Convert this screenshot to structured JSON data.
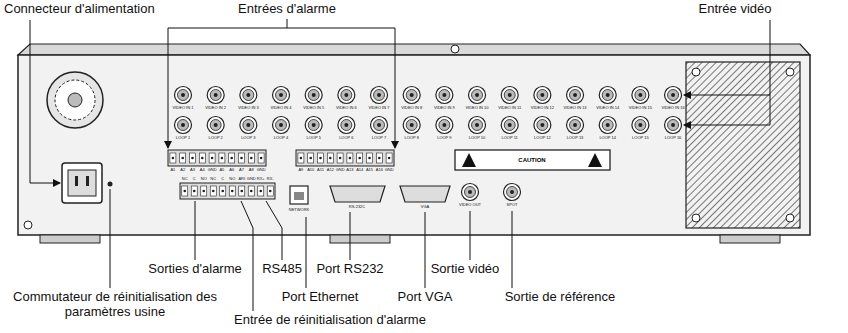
{
  "diagram": {
    "labels": [
      "Connecteur d'alimentation",
      "Entrées d'alarme",
      "Entrée vidéo",
      "Sorties d'alarme",
      "RS485",
      "Port RS232",
      "Sortie vidéo",
      "Commutateur de réinitialisation des paramètres usine",
      "Port Ethernet",
      "Port VGA",
      "Sortie de référence",
      "Entrée de réinitialisation d'alarme",
      "VIDEO IN 1",
      "VIDEO IN 2",
      "VIDEO IN 3",
      "VIDEO IN 4",
      "VIDEO IN 5",
      "VIDEO IN 6",
      "VIDEO IN 7",
      "VIDEO IN 8",
      "VIDEO IN 9",
      "VIDEO IN 10",
      "VIDEO IN 11",
      "VIDEO IN 12",
      "VIDEO IN 13",
      "VIDEO IN 14",
      "VIDEO IN 15",
      "VIDEO IN 16",
      "LOOP 1",
      "LOOP 2",
      "LOOP 3",
      "LOOP 4",
      "LOOP 5",
      "LOOP 6",
      "LOOP 7",
      "LOOP 8",
      "LOOP 9",
      "LOOP 10",
      "LOOP 11",
      "LOOP 12",
      "LOOP 13",
      "LOOP 14",
      "LOOP 15",
      "LOOP 16",
      "A1",
      "A2",
      "A3",
      "A4",
      "GND",
      "A5",
      "A6",
      "A7",
      "A8",
      "GND",
      "A9",
      "A10",
      "A11",
      "A12",
      "GND",
      "A13",
      "A14",
      "A15",
      "A16",
      "GND",
      "NC",
      "C",
      "NO",
      "NC",
      "C",
      "NO",
      "ARI",
      "GND",
      "RX+",
      "RX-",
      "NETWORK",
      "RS-232C",
      "VGA",
      "VIDEO OUT",
      "SPOT",
      "CAUTION"
    ]
  }
}
